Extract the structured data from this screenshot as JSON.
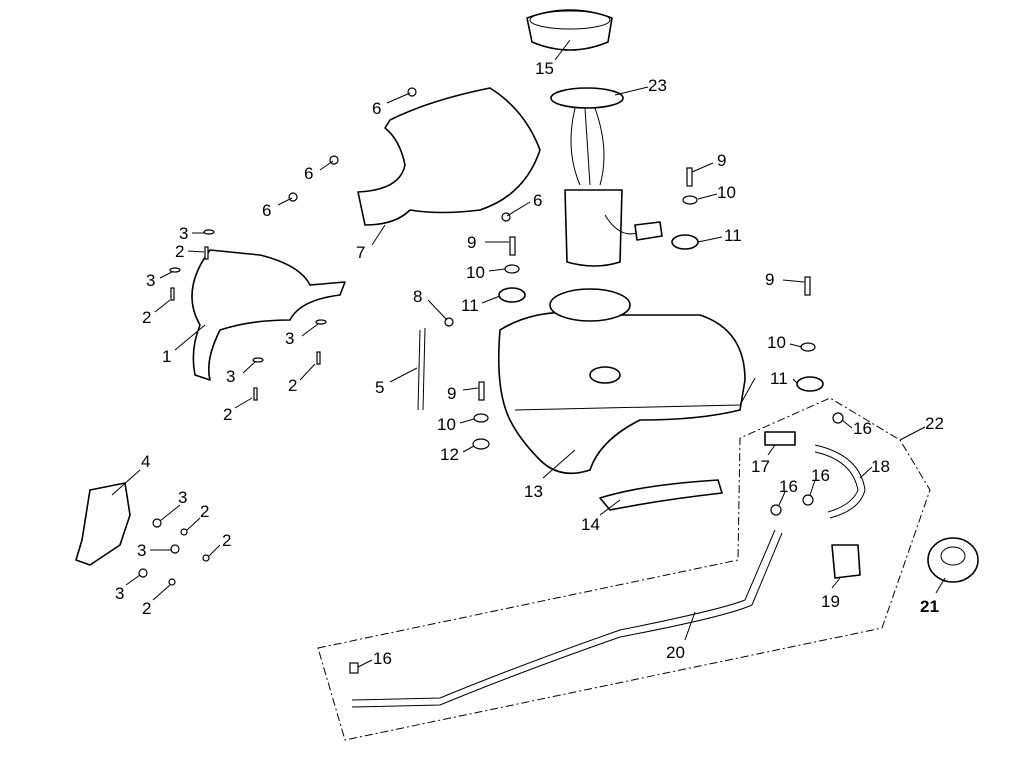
{
  "diagram": {
    "type": "exploded parts diagram",
    "callouts": {
      "c15": "15",
      "c23": "23",
      "c6a": "6",
      "c6b": "6",
      "c6c": "6",
      "c6d": "6",
      "c7": "7",
      "c9a": "9",
      "c10a": "10",
      "c9b": "9",
      "c11a": "11",
      "c10b": "10",
      "c3a": "3",
      "c2a": "2",
      "c3b": "3",
      "c2b": "2",
      "c8": "8",
      "c11b": "11",
      "c9c": "9",
      "c1": "1",
      "c3c": "3",
      "c3d": "3",
      "c2c": "2",
      "c5": "5",
      "c9d": "9",
      "c10c": "10",
      "c11c": "11",
      "c2d": "2",
      "c10d": "10",
      "c22": "22",
      "c16a": "16",
      "c12": "12",
      "c17": "17",
      "c18": "18",
      "c16b": "16",
      "c4": "4",
      "c13": "13",
      "c3e": "3",
      "c2e": "2",
      "c16c": "16",
      "c14": "14",
      "c3f": "3",
      "c2f": "2",
      "c19": "19",
      "c21": "21",
      "c3g": "3",
      "c2g": "2",
      "c20": "20",
      "c16d": "16"
    }
  }
}
